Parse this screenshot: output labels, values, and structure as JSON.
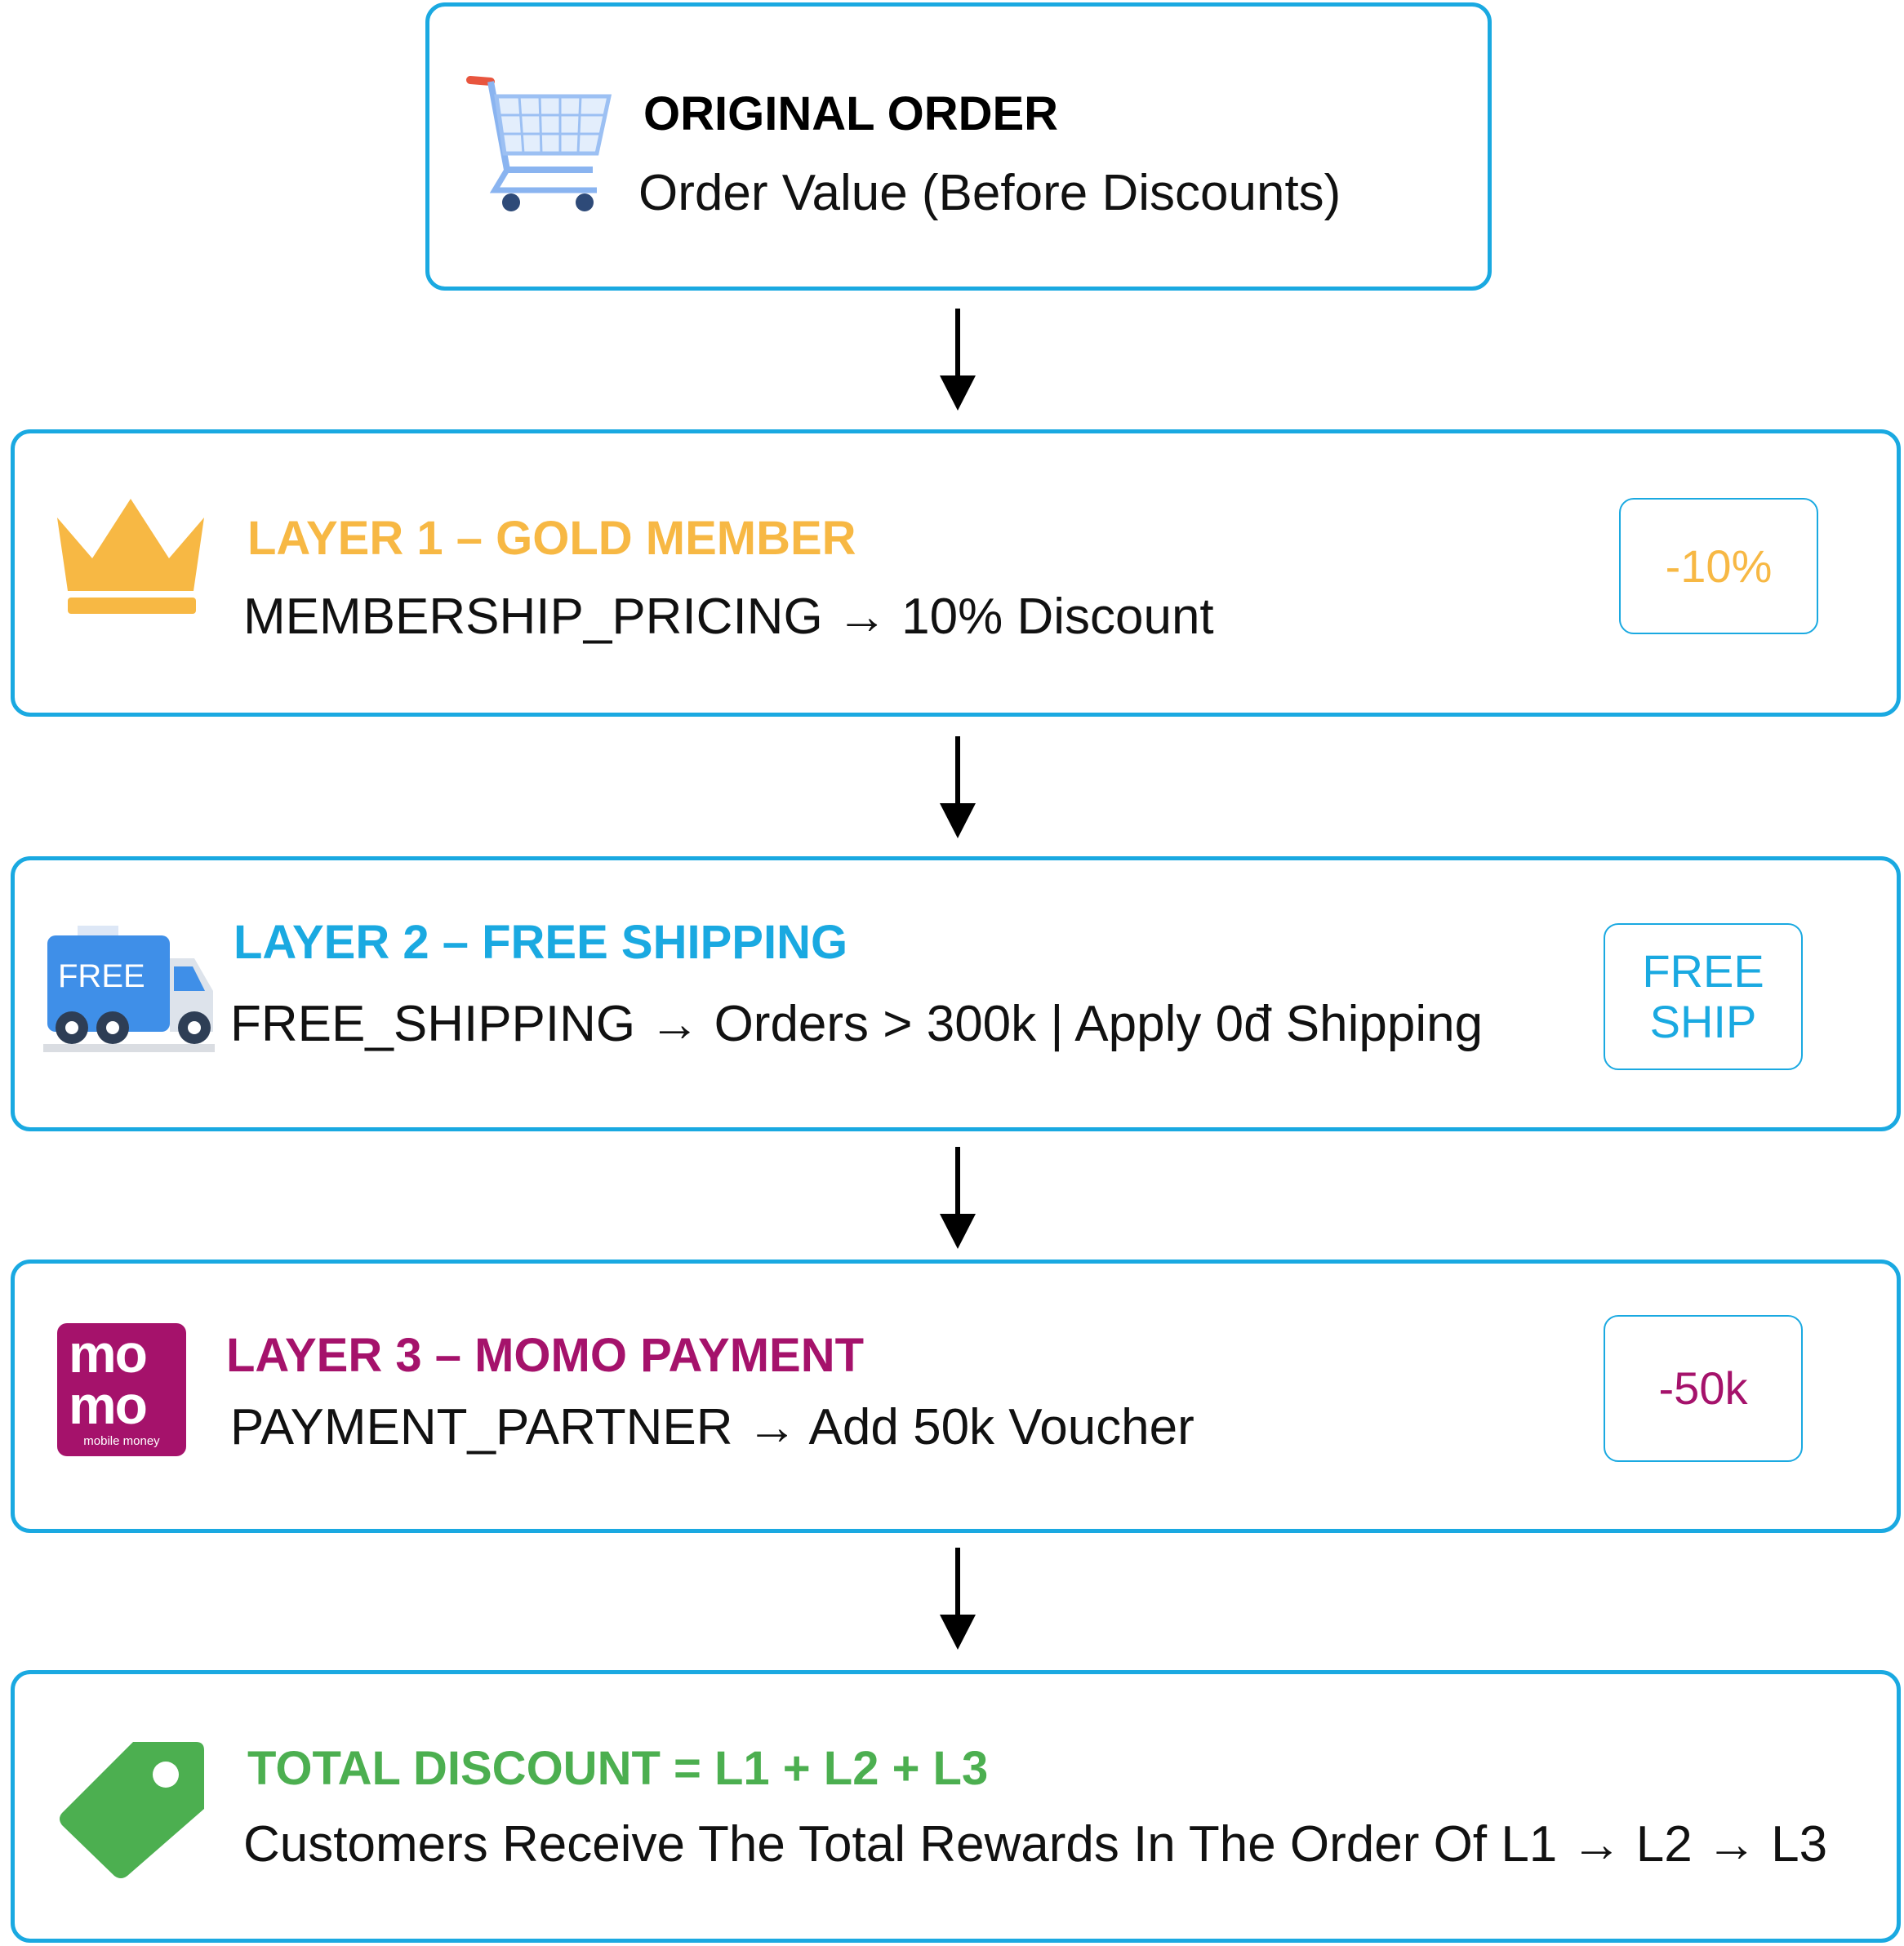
{
  "colors": {
    "border": "#1AA9E1",
    "layer1": "#F7B844",
    "layer2": "#1AA9E1",
    "layer3": "#A5126B",
    "total": "#4CAF50"
  },
  "original": {
    "icon": "shopping-cart-icon",
    "title": "ORIGINAL ORDER",
    "subtitle": "Order Value (Before Discounts)"
  },
  "layer1": {
    "icon": "crown-icon",
    "title": "LAYER 1 – GOLD MEMBER",
    "subtitle": "MEMBERSHIP_PRICING → 10% Discount",
    "badge": "-10%"
  },
  "layer2": {
    "icon": "free-shipping-truck-icon",
    "icon_text": "FREE",
    "title": "LAYER 2 – FREE SHIPPING",
    "subtitle": "FREE_SHIPPING → Orders > 300k | Apply 0đ Shipping",
    "badge_line1": "FREE",
    "badge_line2": "SHIP"
  },
  "layer3": {
    "icon": "momo-logo",
    "logo_text": "mobile money",
    "title": "LAYER 3 – MOMO PAYMENT",
    "subtitle": "PAYMENT_PARTNER → Add 50k Voucher",
    "badge": "-50k"
  },
  "total": {
    "icon": "price-tag-icon",
    "title": "TOTAL DISCOUNT = L1 + L2 + L3",
    "subtitle": "Customers Receive The Total Rewards In The Order Of L1 → L2 → L3"
  }
}
